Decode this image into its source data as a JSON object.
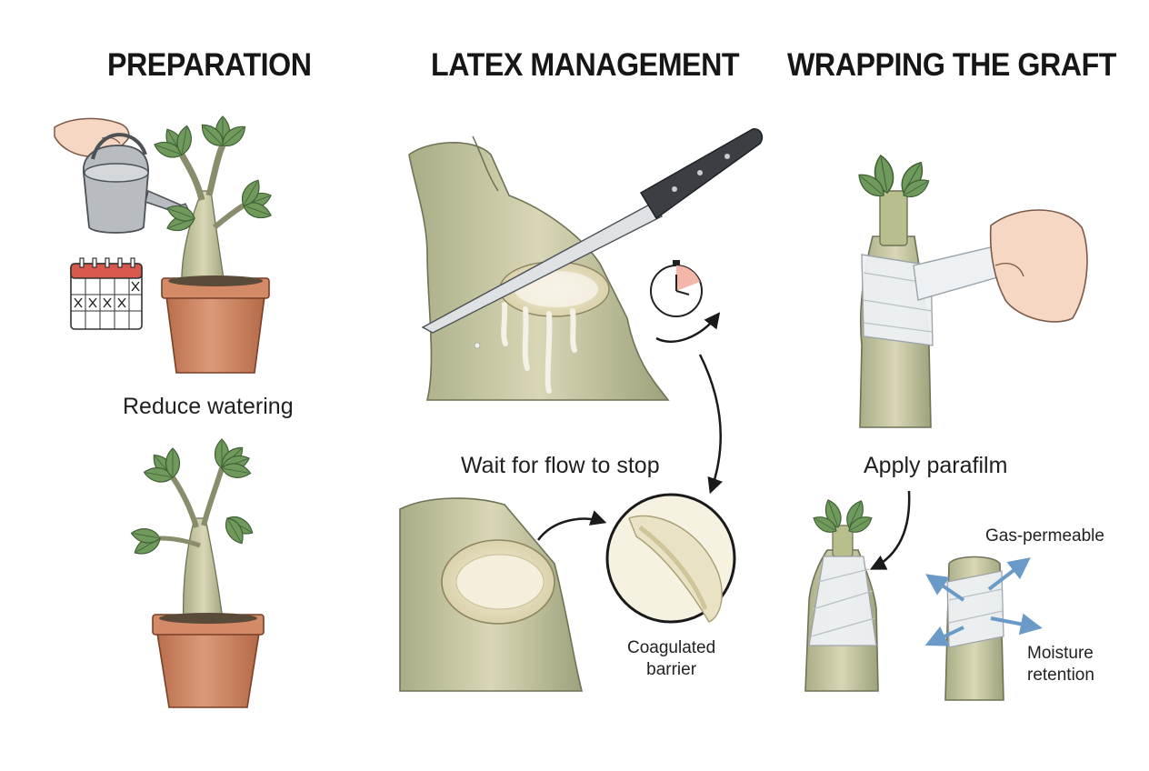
{
  "columns": {
    "preparation": {
      "title": "PREPARATION",
      "caption": "Reduce watering"
    },
    "latex": {
      "title": "LATEX MANAGEMENT",
      "caption": "Wait for flow to stop",
      "note_line1": "Coagulated",
      "note_line2": "barrier"
    },
    "wrapping": {
      "title": "WRAPPING THE GRAFT",
      "caption": "Apply parafilm",
      "note_gas": "Gas-permeable",
      "note_moist_line1": "Moisture",
      "note_moist_line2": "retention"
    }
  },
  "colors": {
    "pot": "#c9825f",
    "leaf": "#6f9a5c",
    "trunk": "#c9c8a4",
    "sap": "#f4f1e6",
    "arrow_blue": "#6a9bc8",
    "calendar_red": "#d9584e"
  },
  "icons": [
    "hand-icon",
    "watering-can-icon",
    "calendar-icon",
    "knife-icon",
    "clock-icon",
    "magnifier-icon"
  ]
}
